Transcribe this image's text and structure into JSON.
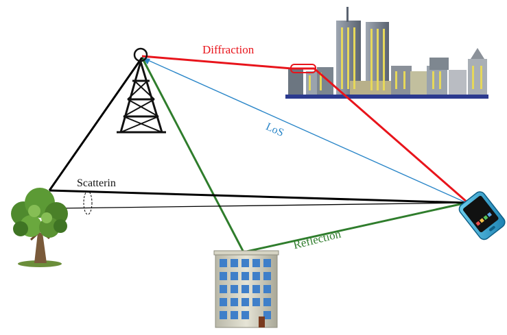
{
  "labels": {
    "diffraction": "Diffraction",
    "los": "LoS",
    "scattering": "Scatterin",
    "reflection": "Reflection"
  },
  "colors": {
    "diffraction": "#e8141b",
    "los": "#2a86c8",
    "reflection": "#2f7d2c",
    "scattering": "#111111"
  },
  "icons": [
    "cell-tower-icon",
    "city-skyline-icon",
    "tree-icon",
    "office-building-icon",
    "smartphone-icon"
  ]
}
